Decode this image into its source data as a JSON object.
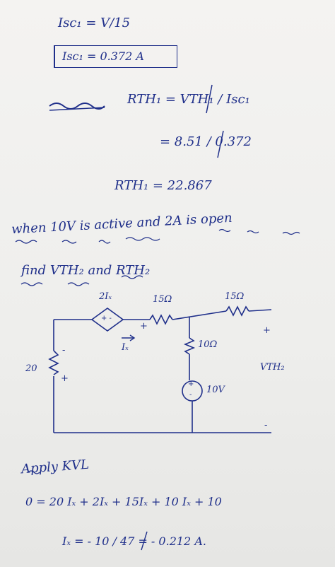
{
  "lines": {
    "isc1_eq": "Isc₁  =  V/15",
    "isc1_boxed": "Isc₁  =  0.372 A",
    "rth1_eq": "RTH₁  =  VTH₁ / Isc₁",
    "rth1_val": "=  8.51 / 0.372",
    "rth1_res": "RTH₁   = 22.867",
    "when": "when  10V  is  active   and  2A  is  open",
    "find": "find   VTH₂    and    RTH₂"
  },
  "circuit": {
    "dep_source": "2Iₓ",
    "dep_signs": "+ -",
    "r_top1": "15Ω",
    "r_top2": "15Ω",
    "r_mid": "10Ω",
    "r_left": "20",
    "vsource": "10V",
    "ix_label": "Iₓ",
    "vth2": "VTH₂",
    "plus": "+",
    "minus": "-"
  },
  "kvl": {
    "title": "Apply  KVL",
    "eq": "0  =   20 Iₓ  +  2Iₓ   + 15Iₓ  + 10 Iₓ  + 10",
    "ix_result": "Iₓ  =    - 10 / 47      =  - 0.212 A."
  }
}
